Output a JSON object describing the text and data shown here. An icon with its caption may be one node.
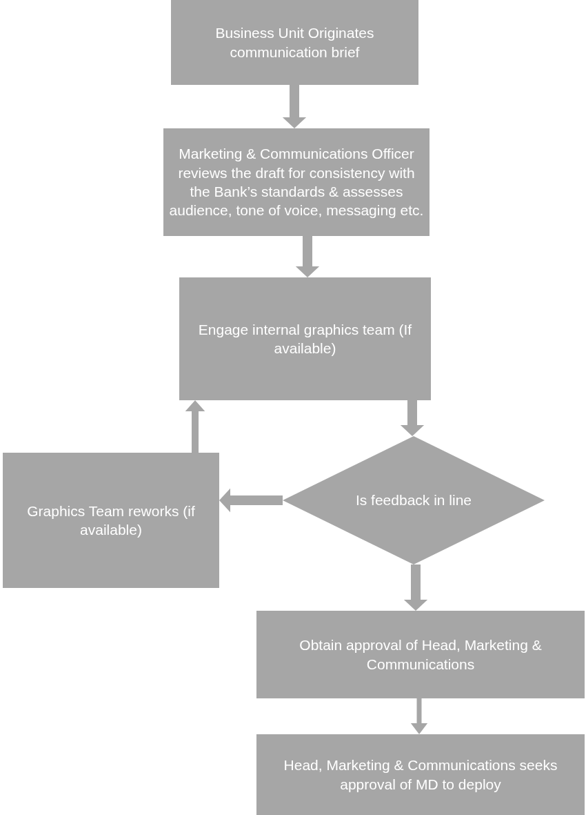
{
  "diagram": {
    "nodes": [
      {
        "text": [
          "Business Unit Originates communication brief"
        ]
      },
      {
        "text": [
          "Marketing & Communications Officer reviews the draft for consistency with the Bank’s standards & assesses audience, tone of voice, messaging etc."
        ]
      },
      {
        "text": [
          "Engage internal graphics team (If available)"
        ]
      },
      {
        "text": [
          "Is feedback in line"
        ]
      },
      {
        "text": [
          "Graphics Team reworks (if available)"
        ]
      },
      {
        "text": [
          "Obtain approval of Head, Marketing & Communications"
        ]
      },
      {
        "text": [
          "Head, Marketing & Communications seeks approval of MD to deploy"
        ]
      }
    ],
    "edges": [
      {
        "from": 0,
        "to": 1,
        "arrow": "to"
      },
      {
        "from": 1,
        "to": 2,
        "arrow": "to"
      },
      {
        "from": 2,
        "to": 3,
        "arrow": "to"
      },
      {
        "from": 3,
        "to": 4,
        "arrow": "to"
      },
      {
        "from": 4,
        "to": 2,
        "arrow": "to"
      },
      {
        "from": 3,
        "to": 5,
        "arrow": "to"
      },
      {
        "from": 5,
        "to": 6,
        "arrow": "to"
      }
    ]
  }
}
